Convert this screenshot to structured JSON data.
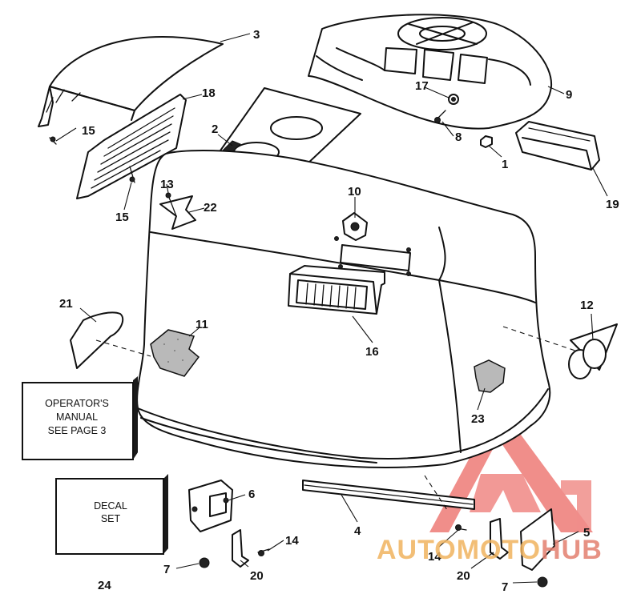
{
  "callouts": {
    "c1": "1",
    "c2": "2",
    "c3": "3",
    "c4": "4",
    "c5": "5",
    "c6": "6",
    "c7a": "7",
    "c7b": "7",
    "c8": "8",
    "c9": "9",
    "c10": "10",
    "c11": "11",
    "c12": "12",
    "c13": "13",
    "c14a": "14",
    "c14b": "14",
    "c15a": "15",
    "c15b": "15",
    "c16": "16",
    "c17": "17",
    "c18": "18",
    "c19": "19",
    "c20a": "20",
    "c20b": "20",
    "c21": "21",
    "c22": "22",
    "c23": "23",
    "c24": "24"
  },
  "manual_box": {
    "line1": "OPERATOR'S",
    "line2": "MANUAL",
    "line3": "SEE PAGE 3"
  },
  "decal_box": {
    "line1": "DECAL",
    "line2": "SET"
  },
  "watermark": {
    "part1": "AUTO",
    "part2": "MOTO",
    "part3": "HUB",
    "color_main": "#f0b35f",
    "color_hub": "#e37f6f",
    "logo_color": "#e8625e"
  }
}
